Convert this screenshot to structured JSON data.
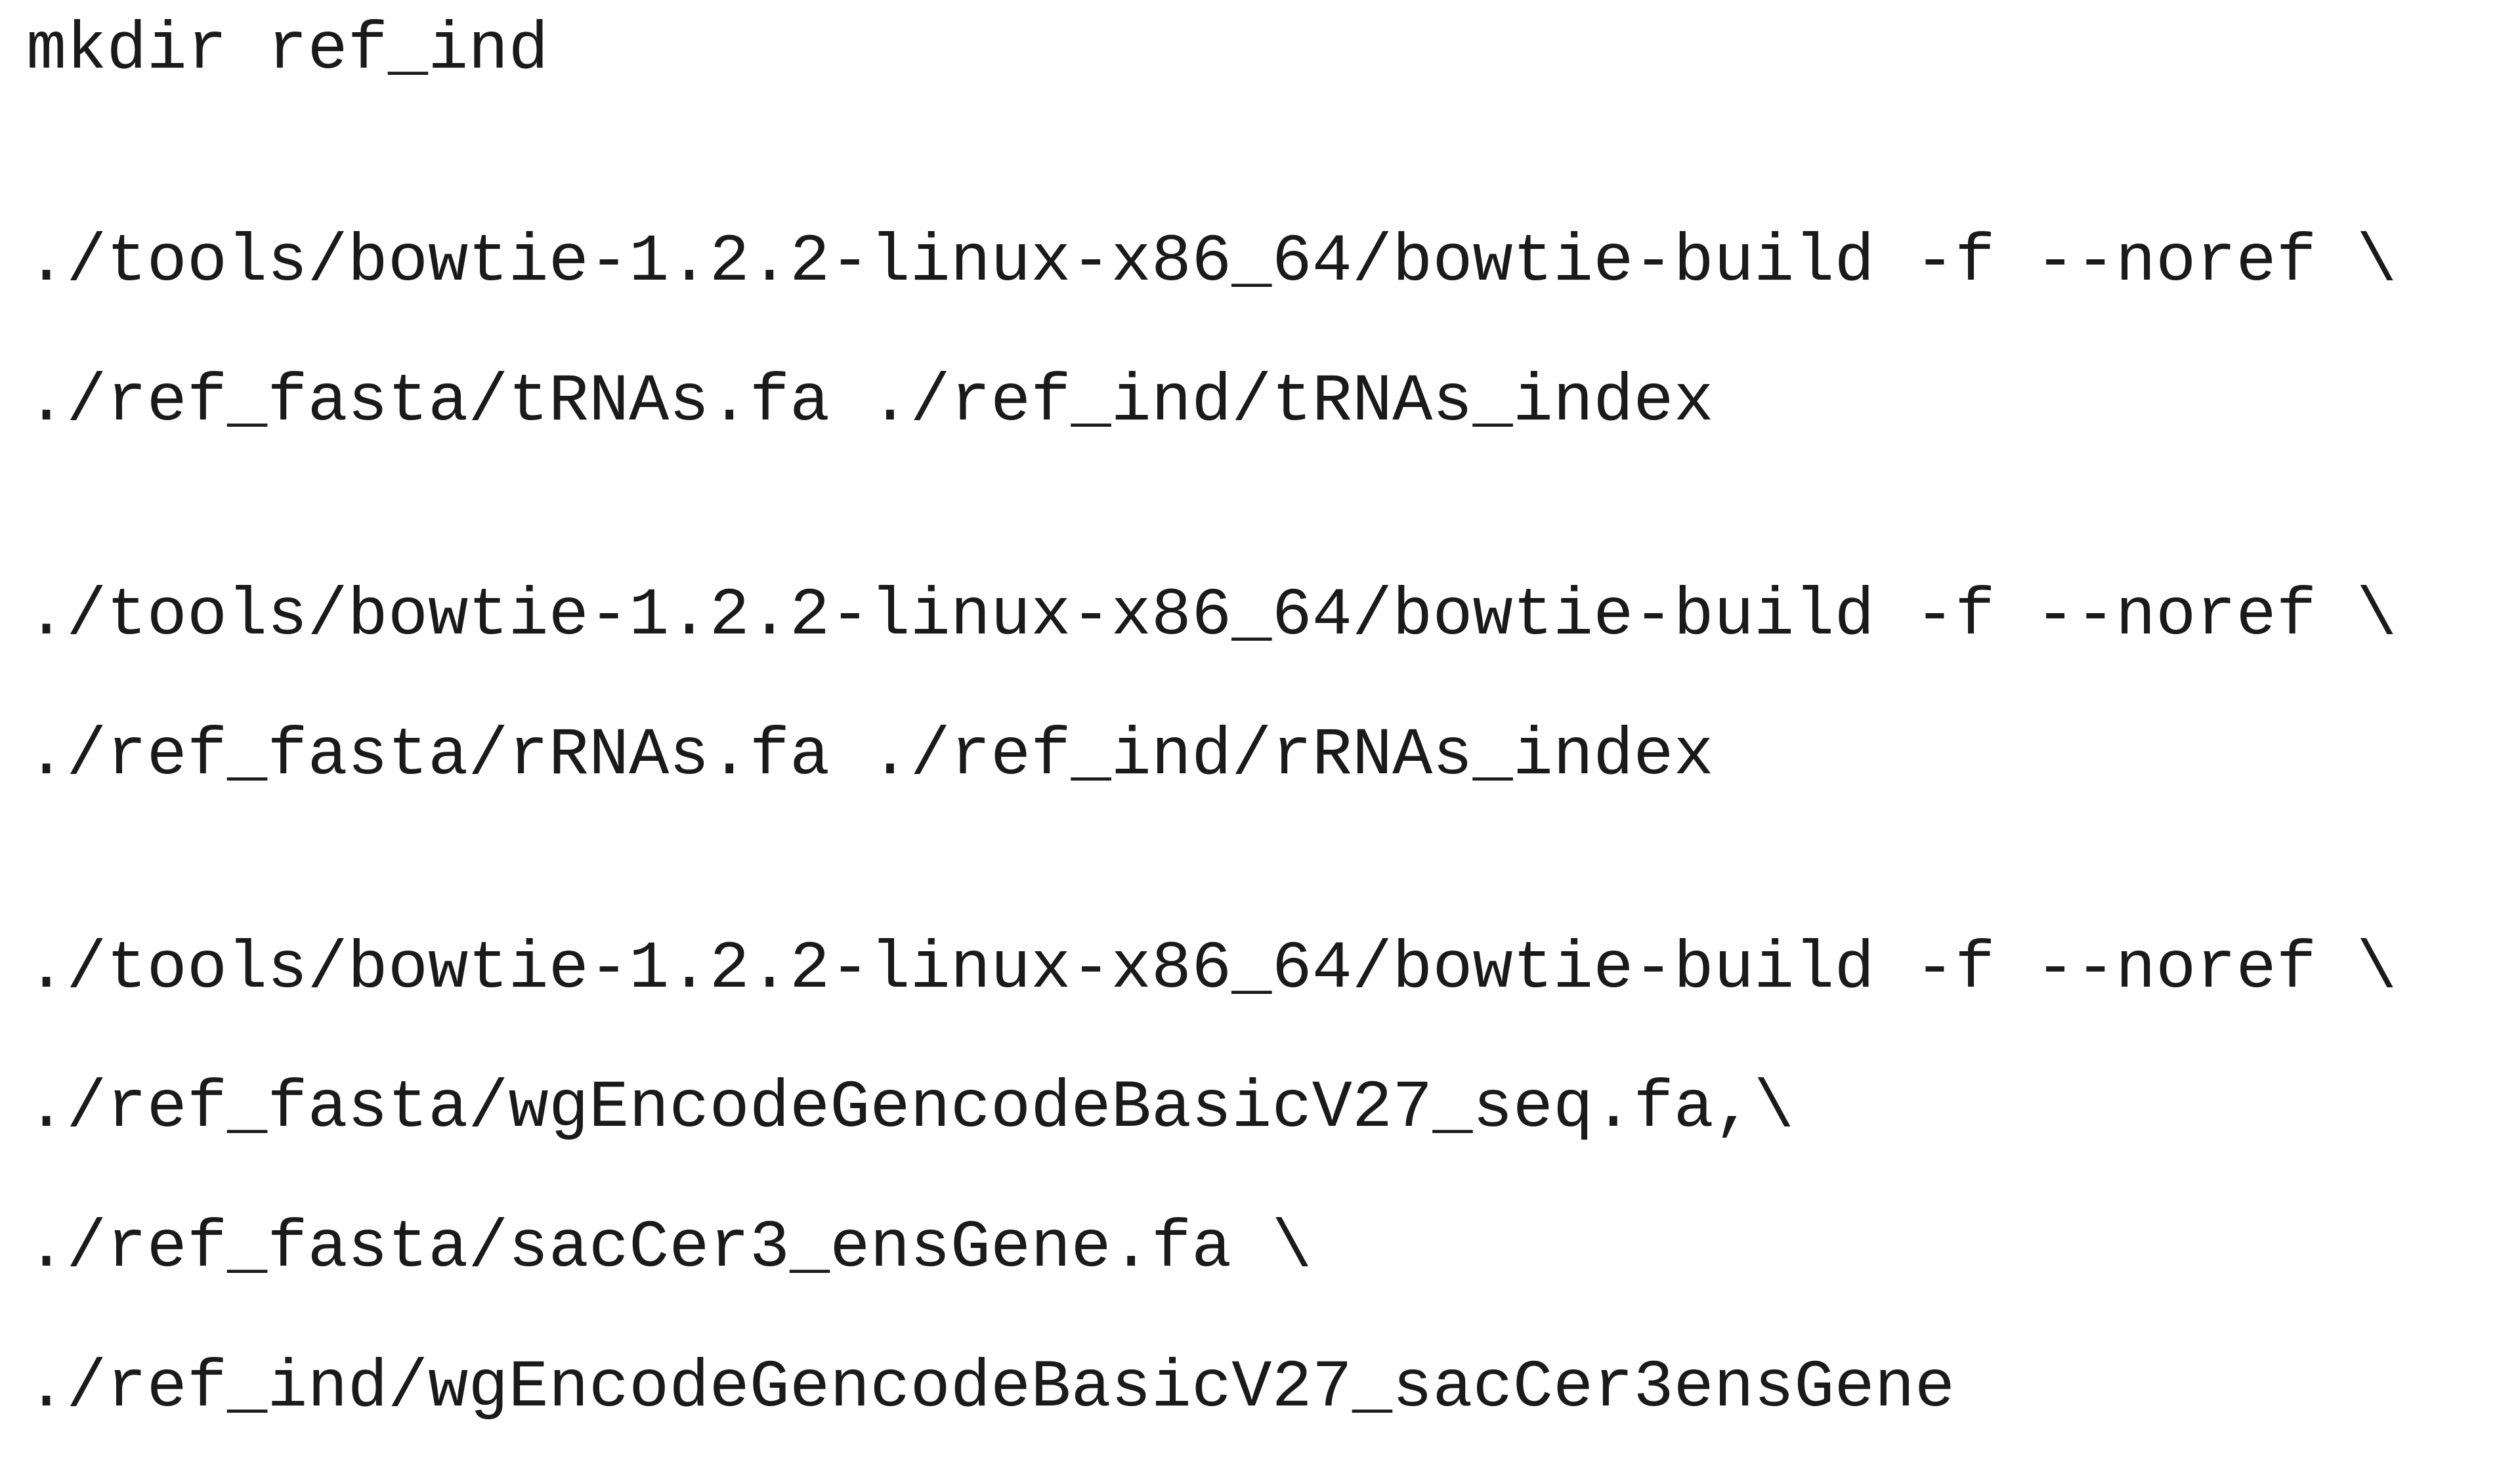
{
  "lines": [
    "mkdir ref_ind",
    "./tools/bowtie-1.2.2-linux-x86_64/bowtie-build -f --noref \\",
    "./ref_fasta/tRNAs.fa ./ref_ind/tRNAs_index",
    "./tools/bowtie-1.2.2-linux-x86_64/bowtie-build -f --noref \\",
    "./ref_fasta/rRNAs.fa ./ref_ind/rRNAs_index",
    "./tools/bowtie-1.2.2-linux-x86_64/bowtie-build -f --noref \\",
    "./ref_fasta/wgEncodeGencodeBasicV27_seq.fa,\\",
    "./ref_fasta/sacCer3_ensGene.fa \\",
    "./ref_ind/wgEncodeGencodeBasicV27_sacCer3ensGene"
  ]
}
